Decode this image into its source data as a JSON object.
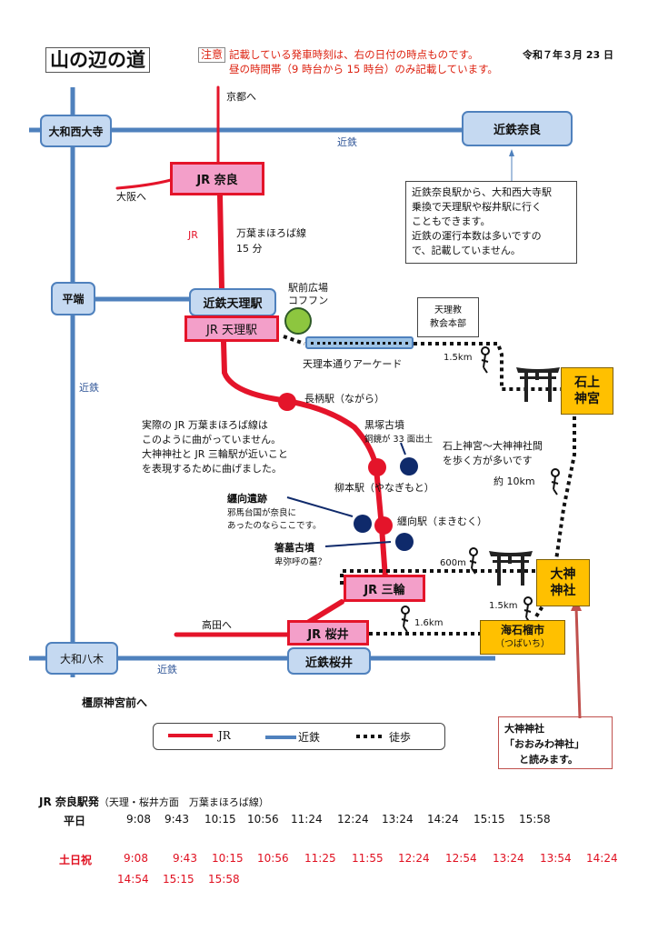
{
  "header": {
    "title": "山の辺の道",
    "notice_badge": "注意",
    "notice_lines": [
      "記載している発車時刻は、右の日付の時点ものです。",
      "昼の時間帯（9 時台から 15 時台）のみ記載しています。"
    ],
    "date": "令和７年３月 23 日"
  },
  "colors": {
    "jr": "#e4142a",
    "kintetsu": "#4f81bd",
    "walk": "#111111",
    "shrine": "#ffc000",
    "kintetsu_station_fill": "#c5d9f1",
    "jr_station_fill": "#f39fc9",
    "notice": "#d21111",
    "kofun_dot": "#0f2a6b",
    "plaza_dot": "#8dc63f"
  },
  "map": {
    "directions": {
      "kyoto": "京都へ",
      "osaka": "大阪へ",
      "takada": "高田へ",
      "kashihara": "橿原神宮前へ"
    },
    "line_labels": {
      "kintetsu_top": "近鉄",
      "kintetsu_left": "近鉄",
      "kintetsu_bottom": "近鉄",
      "jr": "JR",
      "manyo_line": "万葉まほろば線",
      "manyo_time": "15 分"
    },
    "kintetsu_stations": {
      "yamato_saidaiji": "大和西大寺",
      "kintetsu_nara": "近鉄奈良",
      "hirahata": "平端",
      "kintetsu_tenri": "近鉄天理駅",
      "yamato_yagi": "大和八木",
      "kintetsu_sakurai": "近鉄桜井"
    },
    "jr_stations": {
      "nara": "JR 奈良",
      "tenri": "JR 天理駅",
      "miwa": "JR 三輪",
      "sakurai": "JR 桜井"
    },
    "small_stations": {
      "nagara": "長柄駅（ながら）",
      "yanagimoto": "柳本駅（やなぎもと）",
      "makimuku": "纒向駅（まきむく）"
    },
    "kintetsu_note": [
      "近鉄奈良駅から、大和西大寺駅",
      "乗換で天理駅や桜井駅に行く",
      "こともできます。",
      "近鉄の運行本数は多いですの",
      "で、記載していません。"
    ],
    "plaza": [
      "駅前広場",
      "コフフン"
    ],
    "arcade": "天理本通りアーケード",
    "tenrikyo": [
      "天理教",
      "教会本部"
    ],
    "curve_note": [
      "実際の JR 万葉まほろば線は",
      "このように曲がっていません。",
      "大神神社と JR 三輪駅が近いこと",
      "を表現するために曲げました。"
    ],
    "kurozuka": {
      "name": "黒塚古墳",
      "desc": "銅鏡が 33 面出土"
    },
    "makimuku_ruins": {
      "name": "纒向遺跡",
      "desc": [
        "邪馬台国が奈良に",
        "あったのならここです。"
      ]
    },
    "hashihaka": {
      "name": "箸墓古墳",
      "desc": "卑弥呼の墓？"
    },
    "walk_note": [
      "石上神宮～大神神社間",
      "を歩く方が多いです"
    ],
    "distances": {
      "tenri_isonokami": "1.5km",
      "isonokami_omiwa": "約 10km",
      "miwa_omiwa": "600m",
      "omiwa_tsubaichi": "1.5km",
      "sakurai_tsubaichi": "1.6km"
    },
    "shrines": {
      "isonokami": [
        "石上",
        "神宮"
      ],
      "omiwa": [
        "大神",
        "神社"
      ]
    },
    "tsubaichi": [
      "海石榴市",
      "（つばいち）"
    ],
    "omiwa_note": [
      "大神神社",
      "「おおみわ神社」",
      "と読みます。"
    ]
  },
  "legend": {
    "jr": "JR",
    "kintetsu": "近鉄",
    "walk": "徒歩"
  },
  "timetable": {
    "heading": "JR  奈良駅発",
    "heading_sub": "（天理・桜井方面　万葉まほろば線）",
    "weekday_label": "平日",
    "weekday_times": [
      "9:08",
      "9:43",
      "10:15",
      "10:56",
      "11:24",
      "12:24",
      "13:24",
      "14:24",
      "15:15",
      "15:58"
    ],
    "holiday_label": "土日祝",
    "holiday_times": [
      "9:08",
      "9:43",
      "10:15",
      "10:56",
      "11:25",
      "11:55",
      "12:24",
      "12:54",
      "13:24",
      "13:54",
      "14:24",
      "14:54",
      "15:15",
      "15:58"
    ]
  }
}
